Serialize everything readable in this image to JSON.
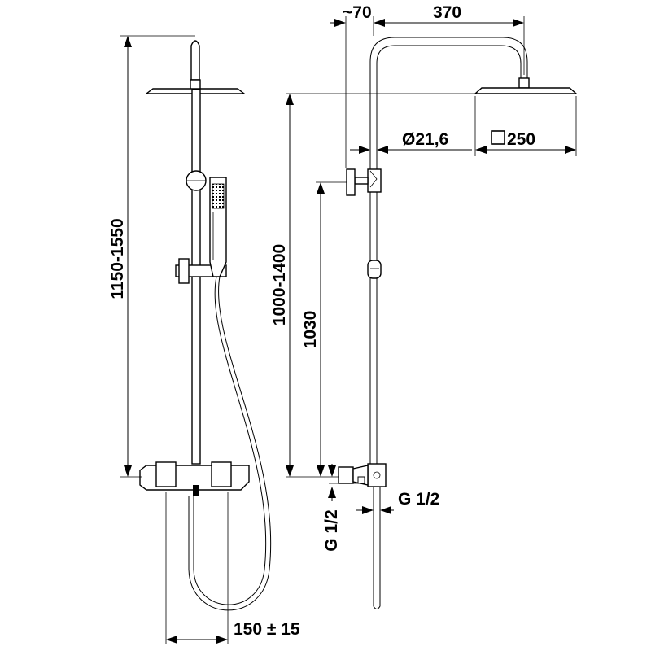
{
  "dimensions": {
    "total_height_range": "1150-1550",
    "rail_height_range": "1000-1400",
    "outlet_height": "1030",
    "head_offset": "~70",
    "arm_length": "370",
    "pipe_diameter": "Ø21,6",
    "head_size": "250",
    "inlet_side": "G 1/2",
    "inlet_bottom": "G 1/2",
    "inlet_spacing": "150 ± 15"
  }
}
